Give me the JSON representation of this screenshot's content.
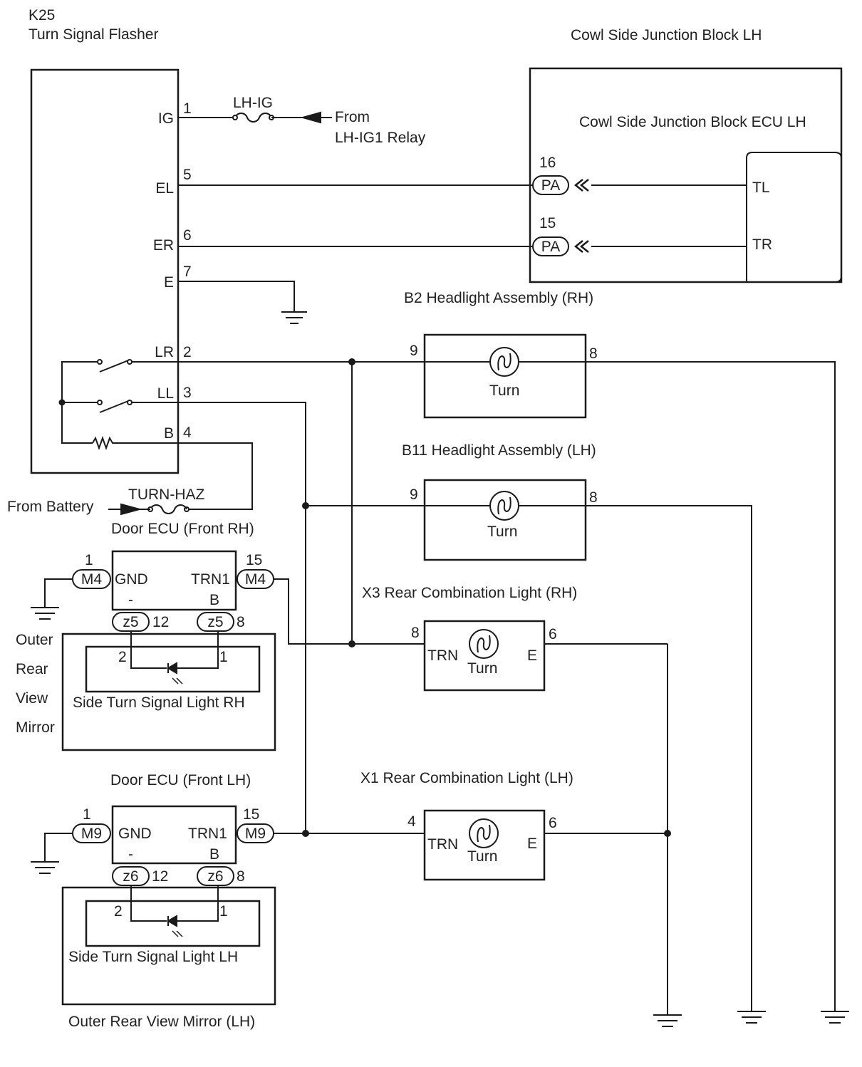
{
  "flasher": {
    "code": "K25",
    "name": "Turn Signal Flasher",
    "terminals": [
      {
        "label": "IG",
        "pin": "1"
      },
      {
        "label": "EL",
        "pin": "5"
      },
      {
        "label": "ER",
        "pin": "6"
      },
      {
        "label": "E",
        "pin": "7"
      },
      {
        "label": "LR",
        "pin": "2"
      },
      {
        "label": "LL",
        "pin": "3"
      },
      {
        "label": "B",
        "pin": "4"
      }
    ]
  },
  "ig_fuse": {
    "name": "LH-IG",
    "from_line1": "From",
    "from_line2": "LH-IG1 Relay"
  },
  "battery_fuse": {
    "name": "TURN-HAZ",
    "from": "From Battery"
  },
  "cowl_block": {
    "title": "Cowl Side Junction Block LH",
    "ecu_title": "Cowl Side Junction Block ECU LH",
    "tl_label": "TL",
    "tr_label": "TR",
    "connector_el": {
      "id": "PA",
      "pin": "16"
    },
    "connector_er": {
      "id": "PA",
      "pin": "15"
    }
  },
  "headlight_rh": {
    "title": "B2 Headlight Assembly (RH)",
    "pin_in": "9",
    "pin_out": "8",
    "lamp": "Turn"
  },
  "headlight_lh": {
    "title": "B11 Headlight Assembly (LH)",
    "pin_in": "9",
    "pin_out": "8",
    "lamp": "Turn"
  },
  "rear_rh": {
    "title": "X3 Rear Combination Light (RH)",
    "pin_in": "8",
    "pin_out": "6",
    "trn": "TRN",
    "e": "E",
    "lamp": "Turn"
  },
  "rear_lh": {
    "title": "X1 Rear Combination Light (LH)",
    "pin_in": "4",
    "pin_out": "6",
    "trn": "TRN",
    "e": "E",
    "lamp": "Turn"
  },
  "door_rh": {
    "title": "Door ECU (Front RH)",
    "gnd": "GND",
    "trn1": "TRN1",
    "minus": "-",
    "b": "B",
    "gnd_conn": {
      "id": "M4",
      "pin": "1"
    },
    "trn_conn": {
      "id": "M4",
      "pin": "15"
    },
    "z_left": {
      "id": "z5",
      "pin": "12"
    },
    "z_right": {
      "id": "z5",
      "pin": "8"
    }
  },
  "mirror_rh": {
    "label_lines": [
      "Outer",
      "Rear",
      "View",
      "Mirror"
    ],
    "light": "Side Turn Signal Light RH",
    "pin_left": "2",
    "pin_right": "1"
  },
  "door_lh": {
    "title": "Door ECU (Front LH)",
    "gnd": "GND",
    "trn1": "TRN1",
    "minus": "-",
    "b": "B",
    "gnd_conn": {
      "id": "M9",
      "pin": "1"
    },
    "trn_conn": {
      "id": "M9",
      "pin": "15"
    },
    "z_left": {
      "id": "z6",
      "pin": "12"
    },
    "z_right": {
      "id": "z6",
      "pin": "8"
    }
  },
  "mirror_lh": {
    "title": "Outer Rear View Mirror (LH)",
    "light": "Side Turn Signal Light LH",
    "pin_left": "2",
    "pin_right": "1"
  }
}
